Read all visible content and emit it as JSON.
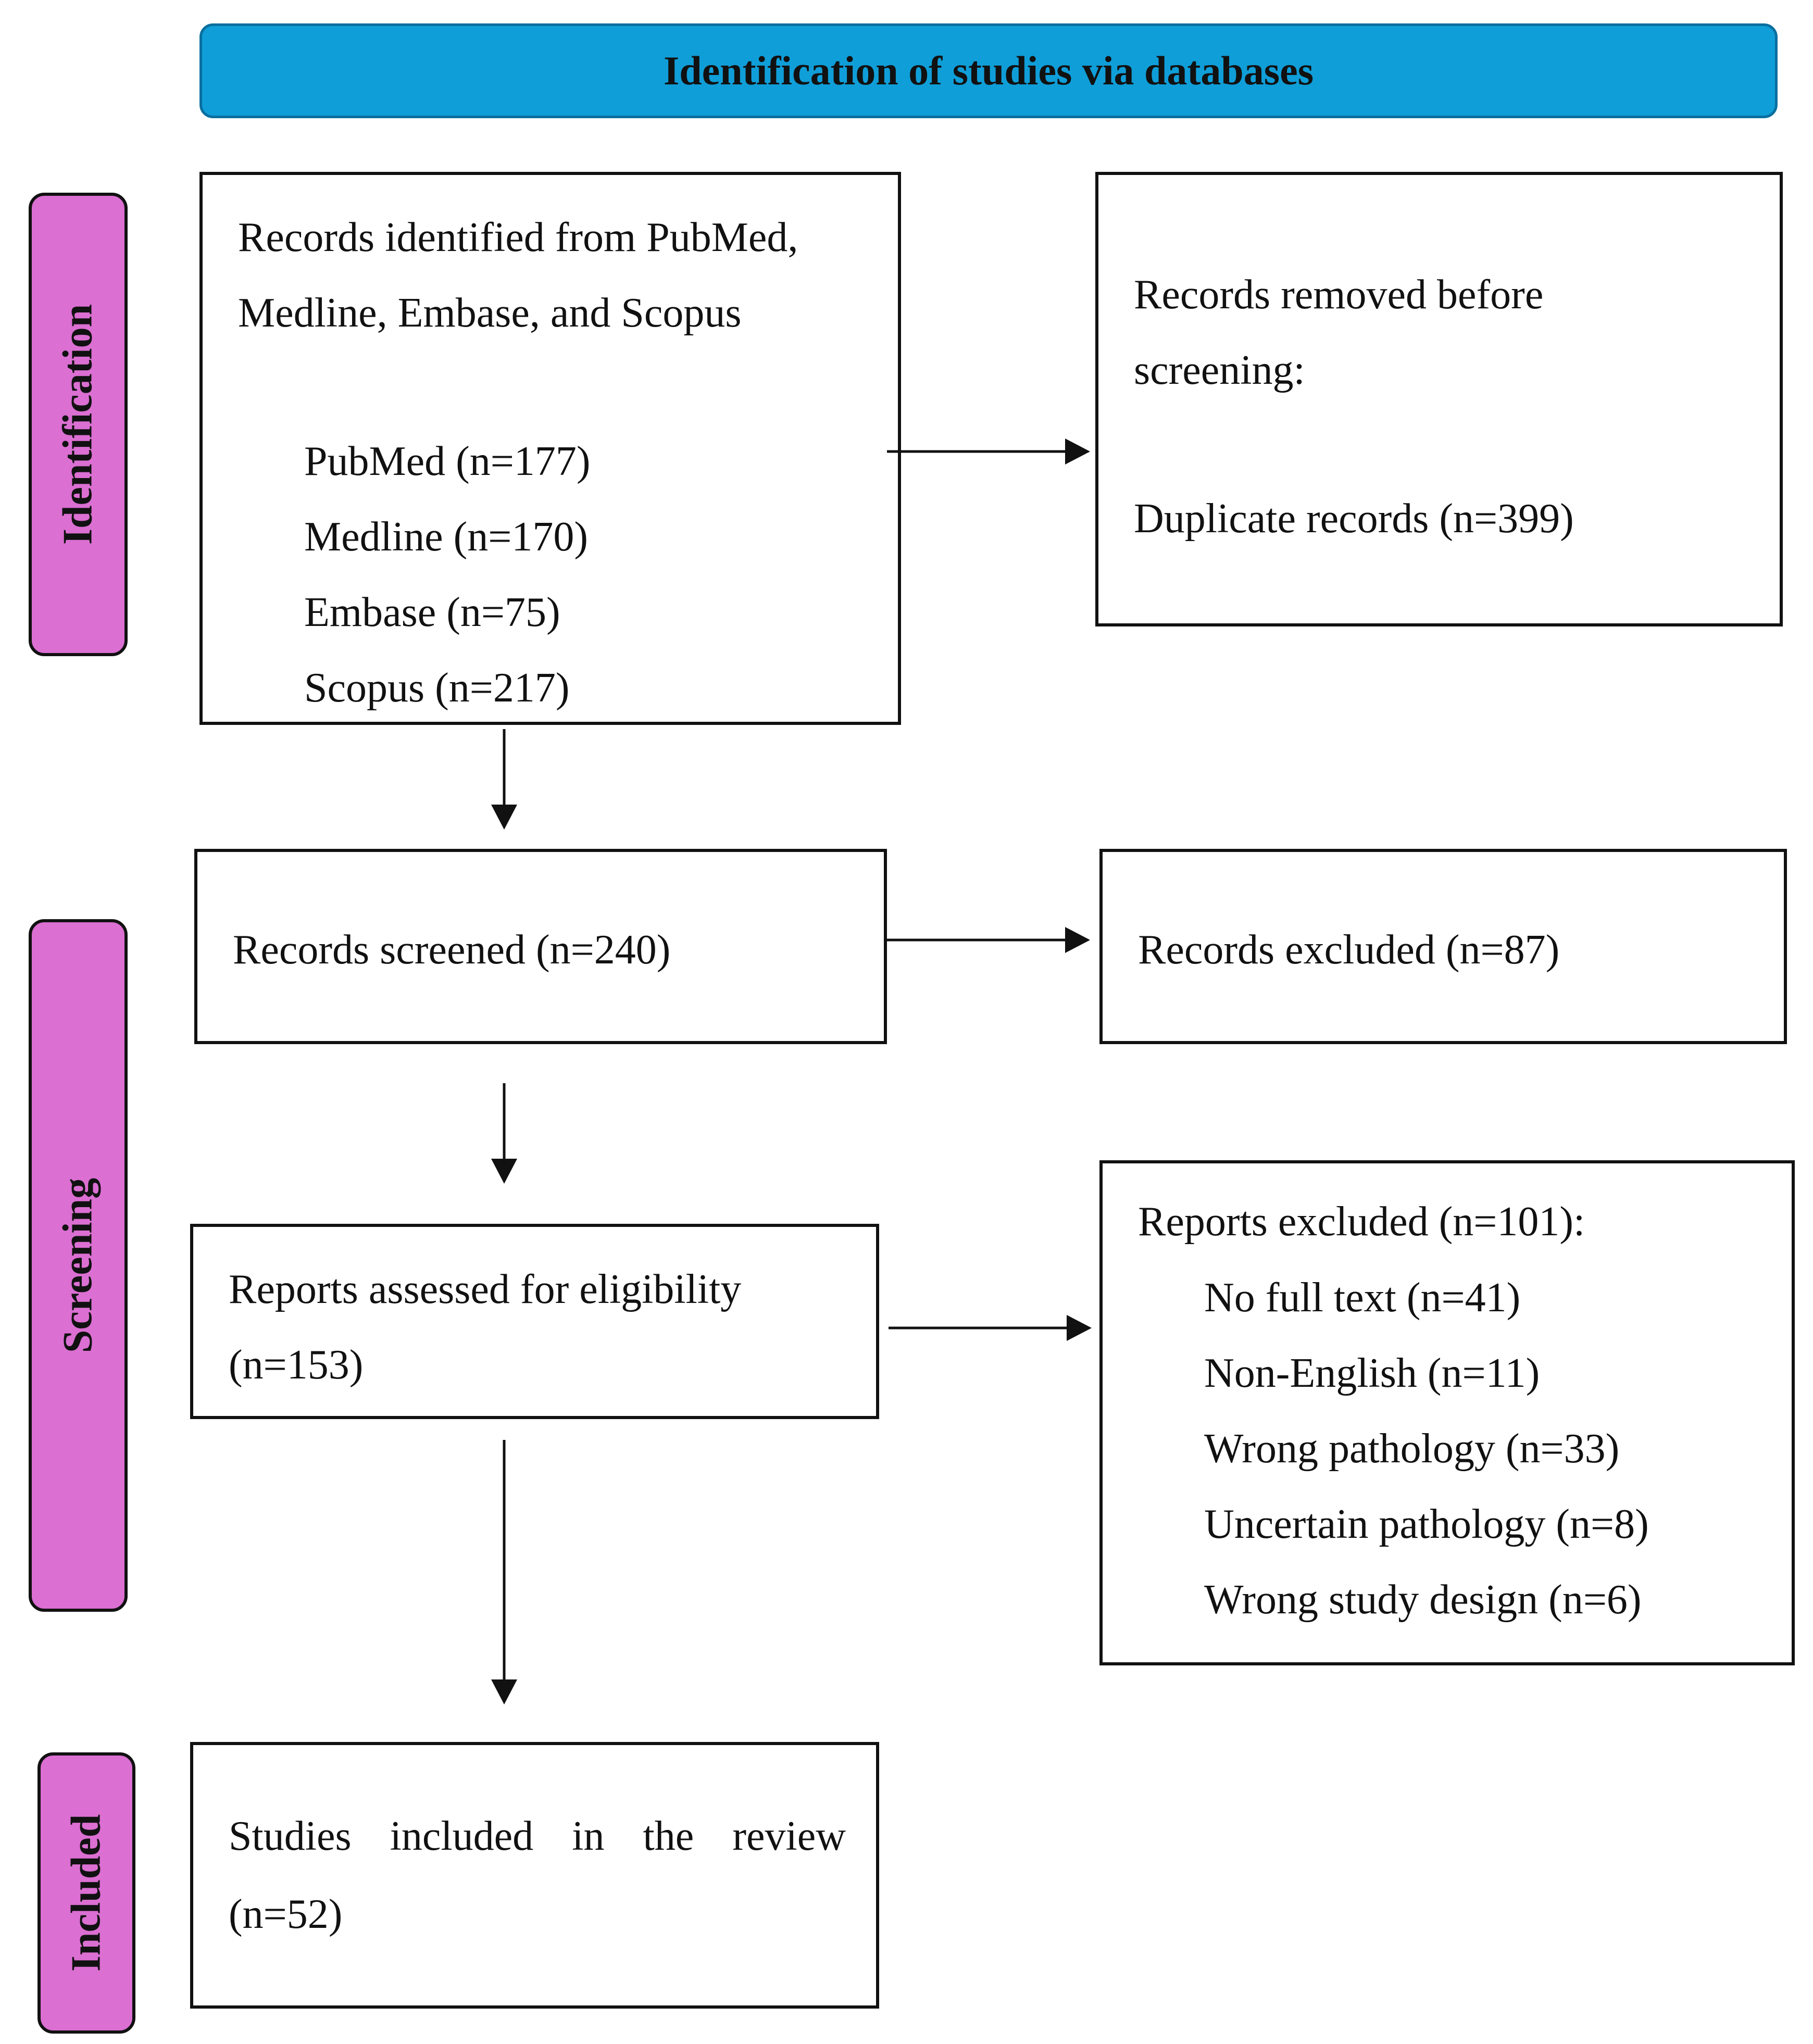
{
  "header": {
    "title": "Identification of studies via databases"
  },
  "phases": {
    "identification": "Identification",
    "screening": "Screening",
    "included": "Included"
  },
  "identified": {
    "title_line1": "Records identified from PubMed,",
    "title_line2": "Medline, Embase, and Scopus",
    "sources": [
      "PubMed (n=177)",
      "Medline (n=170)",
      "Embase (n=75)",
      "Scopus (n=217)"
    ]
  },
  "removed": {
    "line1": "Records removed before",
    "line2": "screening:",
    "duplicates": "Duplicate records (n=399)"
  },
  "screened": {
    "label": "Records screened (n=240)"
  },
  "excluded": {
    "label": "Records excluded (n=87)"
  },
  "assessed": {
    "line1": "Reports assessed for eligibility",
    "line2": "(n=153)"
  },
  "reports_excluded": {
    "title": "Reports excluded (n=101):",
    "reasons": [
      "No full text (n=41)",
      "Non-English (n=11)",
      "Wrong pathology (n=33)",
      "Uncertain pathology (n=8)",
      "Wrong study design (n=6)"
    ]
  },
  "included": {
    "line1_words": [
      "Studies",
      "included",
      "in",
      "the",
      "review"
    ],
    "line2": "(n=52)"
  },
  "colors": {
    "header_fill": "#0f9ed8",
    "phase_fill": "#db6fd2"
  }
}
